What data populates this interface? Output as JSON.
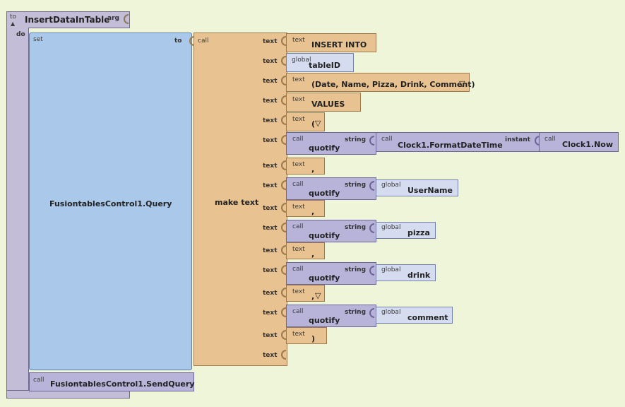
{
  "procedure": {
    "to_label": "to",
    "name": "InsertDataInTable",
    "arg_label": "arg",
    "do_label": "do"
  },
  "set_block": {
    "set_label": "set",
    "component": "FusiontablesControl1.Query",
    "to_label": "to"
  },
  "make_text": {
    "call_label": "call",
    "label": "make text",
    "slot_label": "text"
  },
  "items": [
    {
      "kind": "text",
      "type_label": "text",
      "value": "INSERT INTO"
    },
    {
      "kind": "global",
      "type_label": "global",
      "value": "tableID"
    },
    {
      "kind": "text",
      "type_label": "text",
      "value": "(Date, Name, Pizza, Drink, Comment)",
      "dropdown": true
    },
    {
      "kind": "text",
      "type_label": "text",
      "value": "VALUES"
    },
    {
      "kind": "text",
      "type_label": "text",
      "value": "(",
      "dropdown": true
    },
    {
      "kind": "quotify",
      "call_label": "call",
      "value": "quotify",
      "string_label": "string",
      "inner_call": "call",
      "inner": "Clock1.FormatDateTime",
      "instant_label": "instant",
      "inner2_call": "call",
      "inner2": "Clock1.Now"
    },
    {
      "kind": "text",
      "type_label": "text",
      "value": ","
    },
    {
      "kind": "quotify",
      "call_label": "call",
      "value": "quotify",
      "string_label": "string",
      "inner_type": "global",
      "inner": "UserName"
    },
    {
      "kind": "text",
      "type_label": "text",
      "value": ","
    },
    {
      "kind": "quotify",
      "call_label": "call",
      "value": "quotify",
      "string_label": "string",
      "inner_type": "global",
      "inner": "pizza"
    },
    {
      "kind": "text",
      "type_label": "text",
      "value": ","
    },
    {
      "kind": "quotify",
      "call_label": "call",
      "value": "quotify",
      "string_label": "string",
      "inner_type": "global",
      "inner": "drink"
    },
    {
      "kind": "text",
      "type_label": "text",
      "value": ",",
      "dropdown": true
    },
    {
      "kind": "quotify",
      "call_label": "call",
      "value": "quotify",
      "string_label": "string",
      "inner_type": "global",
      "inner": "comment"
    },
    {
      "kind": "text",
      "type_label": "text",
      "value": ")"
    },
    {
      "kind": "empty"
    }
  ],
  "send_block": {
    "call_label": "call",
    "name": "FusiontablesControl1.SendQuery"
  },
  "dropdown_glyph": "▽",
  "colors": {
    "procedure": "#c4bdd8",
    "set": "#a9c8ea",
    "text": "#e8c290",
    "call": "#b7b3d9",
    "global": "#d5dcf0",
    "background": "#eef5d9"
  }
}
